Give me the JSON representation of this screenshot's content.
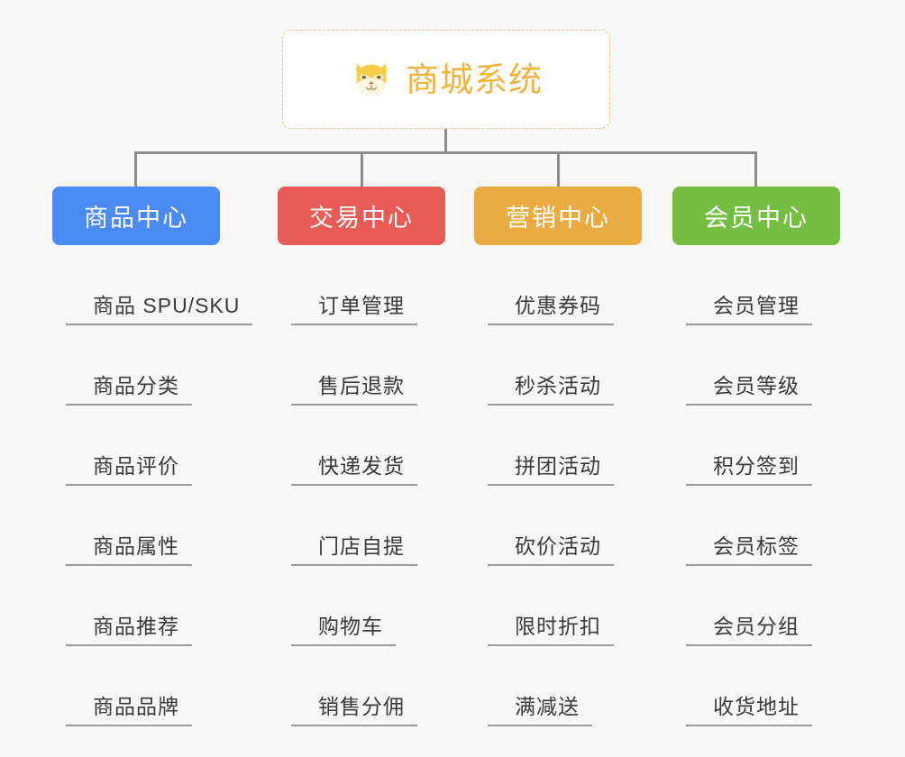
{
  "diagram": {
    "title": "商城系统",
    "root": {
      "label": "商城系统",
      "icon": "shiba-dog-emoji",
      "text_color": "#f2b33d",
      "border_color": "#f0c070",
      "background": "#ffffff"
    },
    "canvas_background": "#f7f7f7",
    "connector_color": "#8c8c8c",
    "leaf_text_color": "#3a3a3a",
    "leaf_rule_color": "#9a9a9a",
    "categories": [
      {
        "label": "商品中心",
        "color": "#4a8af4",
        "items": [
          {
            "label": "商品 SPU/SKU"
          },
          {
            "label": "商品分类"
          },
          {
            "label": "商品评价"
          },
          {
            "label": "商品属性"
          },
          {
            "label": "商品推荐"
          },
          {
            "label": "商品品牌"
          }
        ]
      },
      {
        "label": "交易中心",
        "color": "#e85b57",
        "items": [
          {
            "label": "订单管理"
          },
          {
            "label": "售后退款"
          },
          {
            "label": "快递发货"
          },
          {
            "label": "门店自提"
          },
          {
            "label": "购物车"
          },
          {
            "label": "销售分佣"
          }
        ]
      },
      {
        "label": "营销中心",
        "color": "#eaac42",
        "items": [
          {
            "label": "优惠券码"
          },
          {
            "label": "秒杀活动"
          },
          {
            "label": "拼团活动"
          },
          {
            "label": "砍价活动"
          },
          {
            "label": "限时折扣"
          },
          {
            "label": "满减送"
          }
        ]
      },
      {
        "label": "会员中心",
        "color": "#74bf43",
        "items": [
          {
            "label": "会员管理"
          },
          {
            "label": "会员等级"
          },
          {
            "label": "积分签到"
          },
          {
            "label": "会员标签"
          },
          {
            "label": "会员分组"
          },
          {
            "label": "收货地址"
          }
        ]
      }
    ]
  }
}
